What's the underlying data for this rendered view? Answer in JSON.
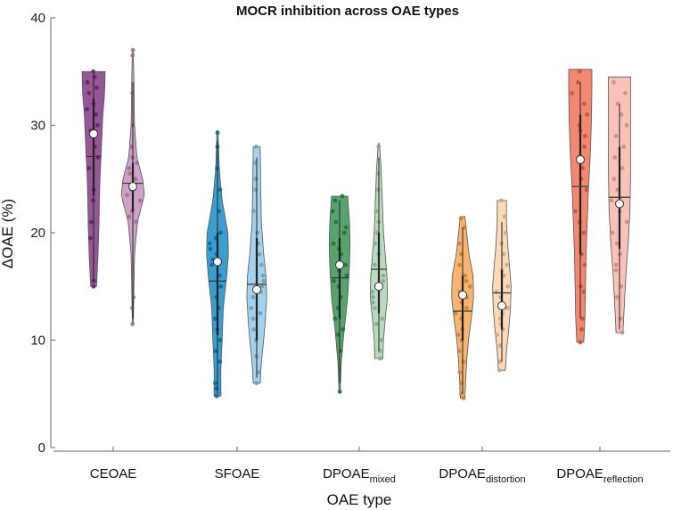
{
  "chart_data": {
    "type": "violin",
    "title": "MOCR inhibition across OAE types",
    "xlabel": "OAE type",
    "ylabel": "ΔOAE (%)",
    "ylim": [
      0,
      40
    ],
    "yticks": [
      0,
      10,
      20,
      30,
      40
    ],
    "groups": [
      {
        "label": "CEOAE",
        "base": "CEOAE",
        "sub": ""
      },
      {
        "label": "SFOAE",
        "base": "SFOAE",
        "sub": ""
      },
      {
        "label": "DPOAEmixed",
        "base": "DPOAE",
        "sub": "mixed"
      },
      {
        "label": "DPOAEdistortion",
        "base": "DPOAE",
        "sub": "distortion"
      },
      {
        "label": "DPOAEreflection",
        "base": "DPOAE",
        "sub": "reflection"
      }
    ],
    "violins": [
      {
        "group": 0,
        "side": 0,
        "color": "#7b2d7e",
        "min": 15,
        "max": 35,
        "mean": 27.1,
        "median": 29.2,
        "q1": 23.5,
        "q3": 32.5,
        "whisker_lo": 15.5,
        "whisker_hi": 34.8,
        "profile": [
          [
            15,
            0.25
          ],
          [
            17,
            0.35
          ],
          [
            20,
            0.45
          ],
          [
            23,
            0.5
          ],
          [
            25,
            0.55
          ],
          [
            28,
            0.68
          ],
          [
            31,
            0.8
          ],
          [
            33,
            0.95
          ],
          [
            35,
            1.0
          ]
        ],
        "points": [
          15,
          15.5,
          19.5,
          21,
          23,
          24,
          26,
          27,
          28,
          29,
          29.5,
          30,
          31,
          31.5,
          32,
          33,
          33.5,
          34,
          34.5,
          35
        ]
      },
      {
        "group": 0,
        "side": 1,
        "color": "#c48ab8",
        "min": 11.5,
        "max": 37,
        "mean": 24.6,
        "median": 24.3,
        "q1": 22,
        "q3": 26.5,
        "whisker_lo": 12,
        "whisker_hi": 34,
        "profile": [
          [
            11.5,
            0.05
          ],
          [
            14,
            0.08
          ],
          [
            18,
            0.15
          ],
          [
            21,
            0.4
          ],
          [
            23.5,
            1.0
          ],
          [
            25,
            0.85
          ],
          [
            27,
            0.35
          ],
          [
            30,
            0.15
          ],
          [
            34,
            0.1
          ],
          [
            37,
            0.03
          ]
        ],
        "points": [
          11.5,
          13,
          14,
          21,
          21.5,
          22,
          23,
          23.5,
          24,
          24.5,
          25,
          25.5,
          26,
          26.5,
          27,
          28,
          30,
          33,
          36.5,
          37
        ]
      },
      {
        "group": 1,
        "side": 0,
        "color": "#0a86c2",
        "min": 4.8,
        "max": 29.5,
        "mean": 15.5,
        "median": 17.3,
        "q1": 10.5,
        "q3": 20,
        "whisker_lo": 5,
        "whisker_hi": 28.5,
        "profile": [
          [
            4.8,
            0.3
          ],
          [
            7,
            0.28
          ],
          [
            10,
            0.4
          ],
          [
            13,
            0.5
          ],
          [
            16,
            0.8
          ],
          [
            18,
            0.95
          ],
          [
            20,
            0.9
          ],
          [
            23,
            0.4
          ],
          [
            26,
            0.15
          ],
          [
            29.5,
            0.05
          ]
        ],
        "points": [
          4.8,
          5.5,
          6,
          8,
          9,
          10,
          11,
          12,
          13,
          14,
          15,
          16,
          17,
          17.5,
          18,
          18.5,
          19,
          19.5,
          20,
          22,
          24,
          26,
          28,
          29.3
        ]
      },
      {
        "group": 1,
        "side": 1,
        "color": "#8dc6e6",
        "min": 6,
        "max": 28,
        "mean": 15.2,
        "median": 14.7,
        "q1": 10,
        "q3": 19.5,
        "whisker_lo": 6.5,
        "whisker_hi": 27,
        "profile": [
          [
            6,
            0.3
          ],
          [
            8,
            0.4
          ],
          [
            10,
            0.6
          ],
          [
            12,
            0.75
          ],
          [
            14,
            0.85
          ],
          [
            16,
            0.8
          ],
          [
            18,
            0.6
          ],
          [
            21,
            0.4
          ],
          [
            24,
            0.35
          ],
          [
            28,
            0.3
          ]
        ],
        "points": [
          6,
          7,
          8.5,
          10,
          11,
          12,
          12.5,
          13,
          14,
          14.5,
          15,
          15.5,
          16,
          17,
          18,
          19,
          20,
          22,
          24,
          25,
          26.5,
          28
        ]
      },
      {
        "group": 2,
        "side": 0,
        "color": "#2e8b4a",
        "min": 5.2,
        "max": 23.4,
        "mean": 15.8,
        "median": 17,
        "q1": 12,
        "q3": 19.5,
        "whisker_lo": 6,
        "whisker_hi": 23,
        "profile": [
          [
            5.2,
            0.05
          ],
          [
            8,
            0.15
          ],
          [
            11,
            0.4
          ],
          [
            14,
            0.7
          ],
          [
            17,
            0.85
          ],
          [
            19,
            0.9
          ],
          [
            21,
            0.85
          ],
          [
            23.4,
            0.7
          ]
        ],
        "points": [
          5.2,
          9,
          10.5,
          11,
          12,
          13,
          14,
          15,
          15.5,
          16,
          16.5,
          17,
          18,
          18.5,
          19,
          20,
          20.5,
          21,
          22,
          23,
          23.4
        ]
      },
      {
        "group": 2,
        "side": 1,
        "color": "#a8d1ae",
        "min": 8.3,
        "max": 28.3,
        "mean": 16.6,
        "median": 15,
        "q1": 12.5,
        "q3": 20,
        "whisker_lo": 9,
        "whisker_hi": 27,
        "profile": [
          [
            8.3,
            0.35
          ],
          [
            10,
            0.4
          ],
          [
            12,
            0.55
          ],
          [
            14,
            0.75
          ],
          [
            16,
            0.7
          ],
          [
            18,
            0.55
          ],
          [
            20,
            0.4
          ],
          [
            23,
            0.3
          ],
          [
            26,
            0.2
          ],
          [
            28.3,
            0.05
          ]
        ],
        "points": [
          8.3,
          9,
          10,
          11.5,
          12,
          13,
          13.5,
          14,
          14.5,
          15,
          15.5,
          16,
          17,
          18,
          19,
          20,
          21,
          22,
          24,
          25.5,
          28
        ]
      },
      {
        "group": 3,
        "side": 0,
        "color": "#f6a34d",
        "min": 4.6,
        "max": 21.5,
        "mean": 12.7,
        "median": 14.2,
        "q1": 10,
        "q3": 16,
        "whisker_lo": 5,
        "whisker_hi": 20.5,
        "profile": [
          [
            4.6,
            0.2
          ],
          [
            6,
            0.25
          ],
          [
            8,
            0.35
          ],
          [
            10,
            0.5
          ],
          [
            12,
            0.75
          ],
          [
            14,
            0.95
          ],
          [
            16,
            0.9
          ],
          [
            18,
            0.55
          ],
          [
            20,
            0.35
          ],
          [
            21.5,
            0.2
          ]
        ],
        "points": [
          4.6,
          5,
          6,
          7,
          8,
          9,
          10,
          10.5,
          11,
          12,
          12.5,
          13,
          13.5,
          14,
          14.5,
          15,
          15.5,
          16,
          17,
          18,
          19,
          20.5,
          21.3
        ]
      },
      {
        "group": 3,
        "side": 1,
        "color": "#fbd0a6",
        "min": 7.2,
        "max": 23,
        "mean": 14.4,
        "median": 13.2,
        "q1": 11,
        "q3": 16.5,
        "whisker_lo": 8,
        "whisker_hi": 21,
        "profile": [
          [
            7.2,
            0.3
          ],
          [
            9,
            0.4
          ],
          [
            11,
            0.6
          ],
          [
            13,
            0.75
          ],
          [
            15,
            0.8
          ],
          [
            17,
            0.65
          ],
          [
            19,
            0.5
          ],
          [
            21,
            0.4
          ],
          [
            23,
            0.4
          ]
        ],
        "points": [
          7.2,
          8,
          9.5,
          10.5,
          11,
          11.5,
          12,
          12.5,
          13,
          13.5,
          14,
          14.5,
          15,
          16,
          16.5,
          17,
          18,
          19,
          20,
          21.5,
          23
        ]
      },
      {
        "group": 4,
        "side": 0,
        "color": "#ef6a4d",
        "min": 9.8,
        "max": 35.2,
        "mean": 24.3,
        "median": 26.8,
        "q1": 18,
        "q3": 31,
        "whisker_lo": 12,
        "whisker_hi": 34,
        "profile": [
          [
            9.8,
            0.3
          ],
          [
            12,
            0.4
          ],
          [
            15,
            0.45
          ],
          [
            18,
            0.5
          ],
          [
            21,
            0.6
          ],
          [
            24,
            0.7
          ],
          [
            27,
            0.85
          ],
          [
            30,
            0.95
          ],
          [
            33,
            1.0
          ],
          [
            35.2,
            1.0
          ]
        ],
        "points": [
          9.8,
          11,
          12,
          14.5,
          15,
          17,
          18,
          20,
          21,
          22,
          24,
          25,
          26,
          27,
          28,
          29,
          29.5,
          30,
          31,
          32,
          33,
          34,
          35
        ]
      },
      {
        "group": 4,
        "side": 1,
        "color": "#f7b2a5",
        "min": 10.7,
        "max": 34.5,
        "mean": 23.3,
        "median": 22.7,
        "q1": 18.5,
        "q3": 28,
        "whisker_lo": 11,
        "whisker_hi": 32,
        "profile": [
          [
            10.7,
            0.3
          ],
          [
            13,
            0.4
          ],
          [
            16,
            0.55
          ],
          [
            19,
            0.75
          ],
          [
            22,
            0.9
          ],
          [
            25,
            0.95
          ],
          [
            28,
            0.95
          ],
          [
            31,
            0.95
          ],
          [
            34.5,
            0.95
          ]
        ],
        "points": [
          10.7,
          12,
          14,
          15,
          16.5,
          17,
          18,
          19,
          20,
          21,
          22,
          23,
          24,
          25,
          26,
          27,
          28,
          29,
          30,
          31,
          32,
          33,
          34
        ]
      }
    ]
  }
}
